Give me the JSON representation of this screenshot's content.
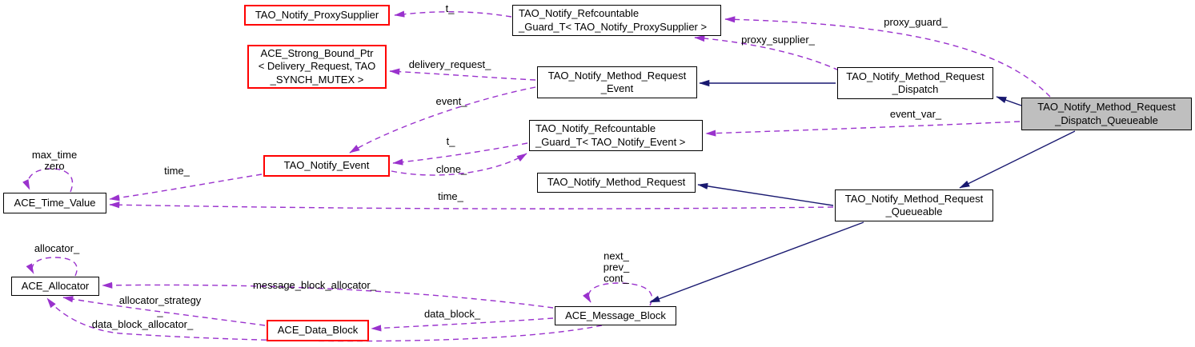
{
  "diagram": {
    "kind": "class-collaboration-graph",
    "colors": {
      "usage_edge": "#9a32cd",
      "inheritance_edge": "#191970",
      "highlight_border": "#ff0000",
      "target_node_fill": "#bfbfbf",
      "node_border": "#000000",
      "background": "#ffffff"
    },
    "nodes": {
      "proxysupplier": {
        "label": "TAO_Notify_ProxySupplier"
      },
      "guard_proxysupplier": {
        "label": "TAO_Notify_Refcountable\n_Guard_T< TAO_Notify_ProxySupplier >"
      },
      "strong_bound_ptr": {
        "label": "ACE_Strong_Bound_Ptr\n< Delivery_Request, TAO\n_SYNCH_MUTEX >"
      },
      "method_request_event": {
        "label": "TAO_Notify_Method_Request\n_Event"
      },
      "method_request_dispatch": {
        "label": "TAO_Notify_Method_Request\n_Dispatch"
      },
      "dispatch_queueable": {
        "label": "TAO_Notify_Method_Request\n_Dispatch_Queueable"
      },
      "guard_event": {
        "label": "TAO_Notify_Refcountable\n_Guard_T< TAO_Notify_Event >"
      },
      "notify_event": {
        "label": "TAO_Notify_Event"
      },
      "time_value": {
        "label": "ACE_Time_Value"
      },
      "method_request": {
        "label": "TAO_Notify_Method_Request"
      },
      "method_request_queueable": {
        "label": "TAO_Notify_Method_Request\n_Queueable"
      },
      "allocator": {
        "label": "ACE_Allocator"
      },
      "data_block": {
        "label": "ACE_Data_Block"
      },
      "message_block": {
        "label": "ACE_Message_Block"
      }
    },
    "edge_labels": {
      "t_proxy": "t_",
      "proxy_guard": "proxy_guard_",
      "proxy_supplier": "proxy_supplier_",
      "delivery_request": "delivery_request_",
      "event": "event_",
      "event_var": "event_var_",
      "t_event": "t_",
      "clone": "clone_",
      "max_time_zero": "max_time\nzero",
      "time_event": "time_",
      "time_queueable": "time_",
      "allocator_self": "allocator_",
      "message_block_allocator": "message_block_allocator_",
      "allocator_strategy": "allocator_strategy\n_",
      "data_block_allocator": "data_block_allocator_",
      "data_block": "data_block_",
      "next_prev_cont": "next_\nprev_\ncont_"
    }
  }
}
